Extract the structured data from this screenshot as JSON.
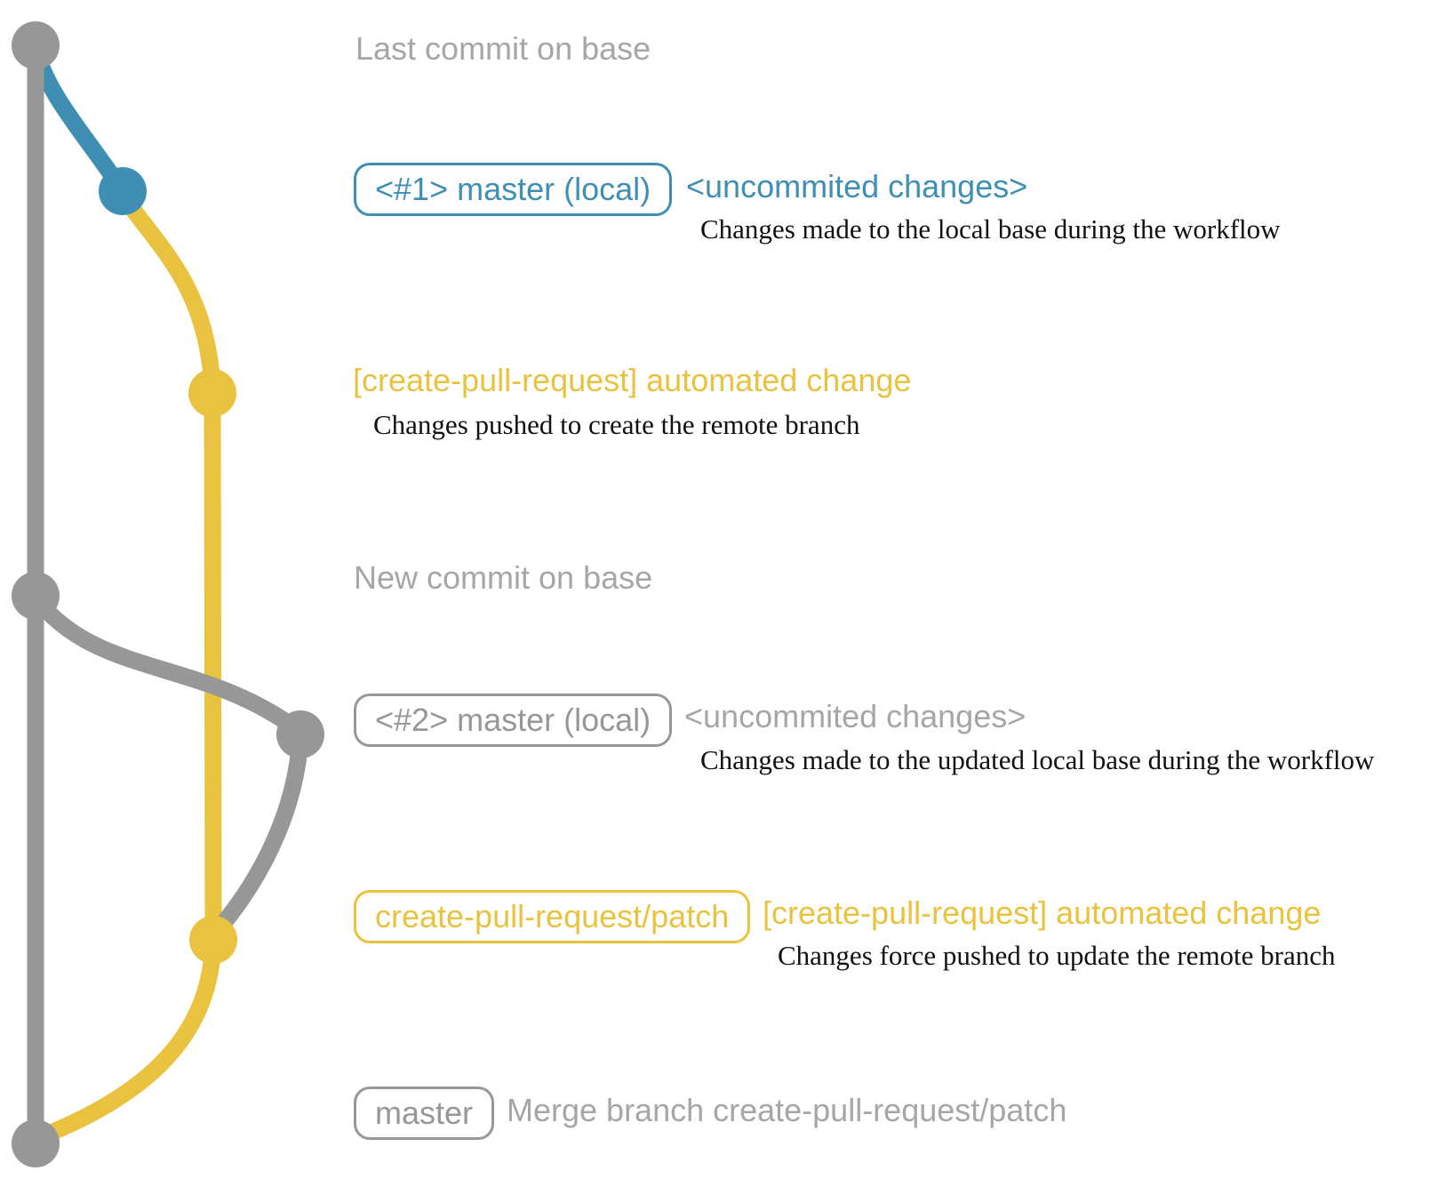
{
  "diagram": {
    "type": "git-graph",
    "description": "create-pull-request action workflow: local changes pushed to a patch branch, base updated, patch force-pushed, then merged",
    "branches": [
      {
        "name": "base / master (remote)",
        "color_key": "gray"
      },
      {
        "name": "master (local)",
        "color_key": "blue"
      },
      {
        "name": "create-pull-request/patch",
        "color_key": "yellow"
      }
    ]
  },
  "colors": {
    "blue": "#3f8fb4",
    "yellow": "#e9c33f",
    "gray": "#979797",
    "gray_text": "#a6a6a6",
    "caption_text": "#111111",
    "background": "#ffffff"
  },
  "rows": [
    {
      "label": "Last commit on base"
    },
    {
      "badge": "<#1> master (local)",
      "note": "<uncommited changes>",
      "caption": "Changes made to the local base during the workflow"
    },
    {
      "title": "[create-pull-request] automated change",
      "caption": "Changes pushed to create the remote branch"
    },
    {
      "label": "New commit on base"
    },
    {
      "badge": "<#2> master (local)",
      "note": "<uncommited changes>",
      "caption": "Changes made to the updated local base during the workflow"
    },
    {
      "badge": "create-pull-request/patch",
      "title": "[create-pull-request] automated change",
      "caption": "Changes force pushed to update the remote branch"
    },
    {
      "badge": "master",
      "note": "Merge branch create-pull-request/patch"
    }
  ]
}
